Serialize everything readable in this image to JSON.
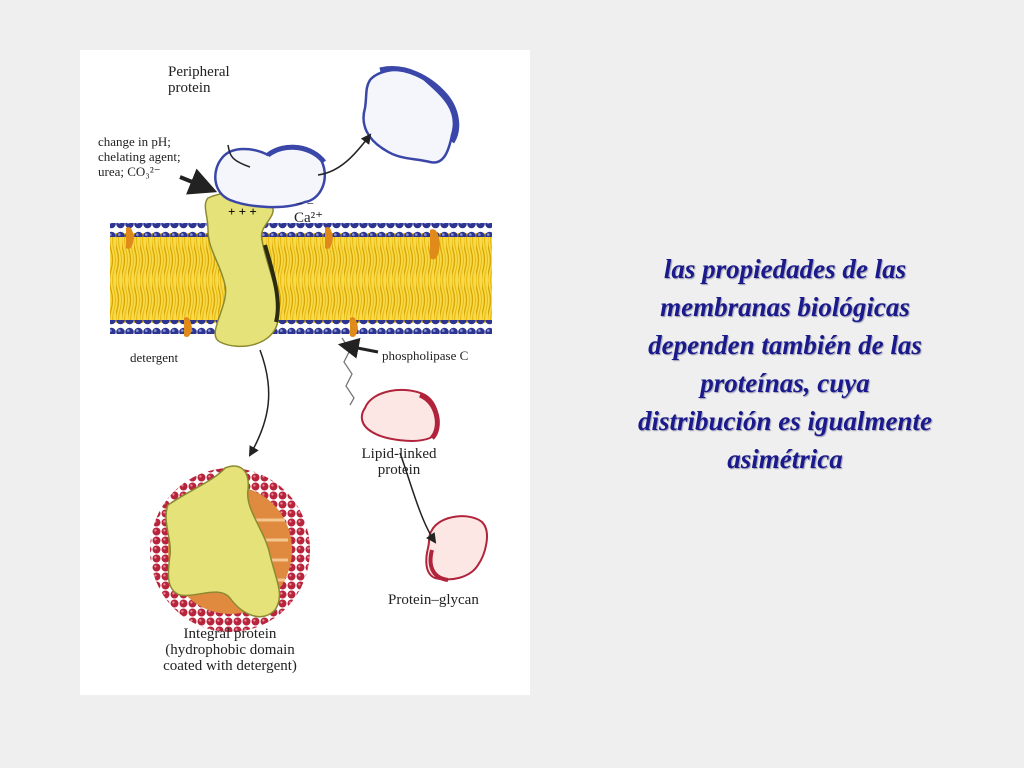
{
  "slide": {
    "caption_lines": [
      "las propiedades  de las",
      "membranas biológicas",
      "dependen también de las",
      "proteínas, cuya",
      "distribución es igualmente",
      "asimétrica"
    ]
  },
  "figure": {
    "labels": {
      "peripheral_protein": [
        "Peripheral",
        "protein"
      ],
      "conditions": [
        "change in pH;",
        "chelating agent;",
        "urea; CO₃²⁻"
      ],
      "calcium": "Ca²⁺",
      "minus_signs": "− −",
      "plus_signs": "+ + +",
      "detergent": "detergent",
      "phospholipase": "phospholipase C",
      "lipid_linked_protein": [
        "Lipid-linked",
        "protein"
      ],
      "protein_glycan": "Protein–glycan",
      "integral_protein": [
        "Integral protein",
        "(hydrophobic domain",
        "coated with detergent)"
      ]
    },
    "colors": {
      "caption": "#1a1a8c",
      "lipid_heads": "#2d3590",
      "lipid_tails": "#f2c418",
      "integral_protein": "#e6e27a",
      "peripheral_edge": "#3a46a8",
      "lipid_linked_edge": "#b0233a",
      "micelle": "#b8243c"
    }
  }
}
